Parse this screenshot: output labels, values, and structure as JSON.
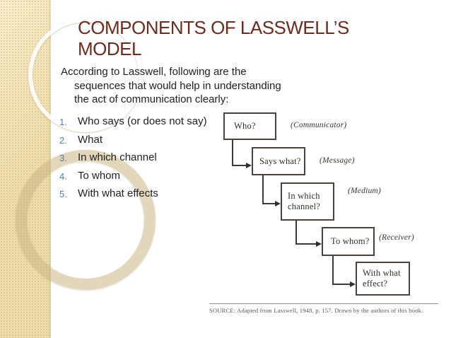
{
  "slide": {
    "title_line1": "COMPONENTS OF LASSWELL’S",
    "title_line2": "MODEL",
    "intro_line1": "According to Lasswell, following are the",
    "intro_line2": "sequences that would help in understanding",
    "intro_line3": "the act of communication clearly:",
    "list": [
      {
        "num": "1.",
        "text": "Who says (or does not say)"
      },
      {
        "num": "2.",
        "text": "What"
      },
      {
        "num": "3.",
        "text": "In which channel"
      },
      {
        "num": "4.",
        "text": "To whom"
      },
      {
        "num": "5.",
        "text": "With what effects"
      }
    ]
  },
  "diagram": {
    "boxes": [
      {
        "text": "Who?",
        "label": "(Communicator)"
      },
      {
        "text": "Says what?",
        "label": "(Message)"
      },
      {
        "text": "In which channel?",
        "label": "(Medium)"
      },
      {
        "text": "To whom?",
        "label": "(Receiver)"
      },
      {
        "text": "With what effect?",
        "label": ""
      }
    ],
    "source": "SOURCE: Adapted from Lasswell, 1948, p. 157. Drawn by the authors of this book."
  },
  "colors": {
    "title": "#6f2b1d",
    "list_number": "#4e7fb4",
    "body_text": "#212121",
    "sidebar": "#eedcab",
    "diagram_ink": "#332e28"
  }
}
